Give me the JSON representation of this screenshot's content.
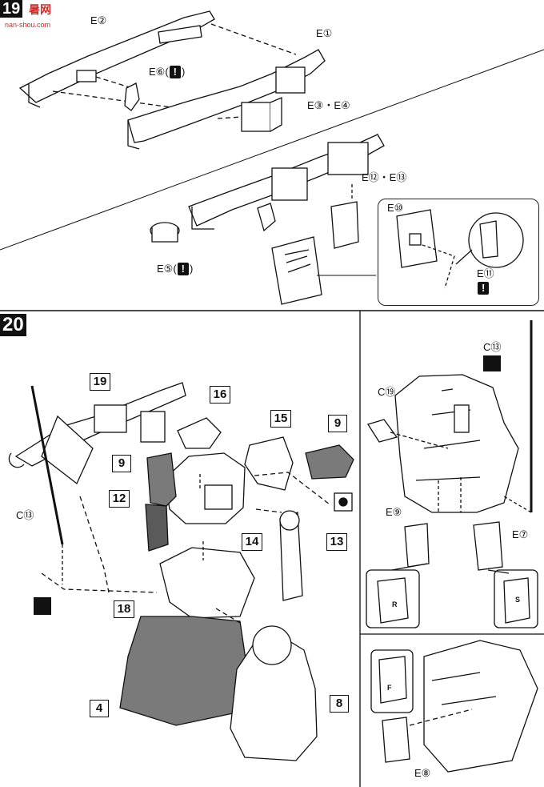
{
  "header": {
    "brand": "暑网",
    "url": "nan-shou.com"
  },
  "step19": {
    "number": "19",
    "labels": {
      "e2": "E②",
      "e1": "E①",
      "e6": "E⑥(",
      "e6_close": ")",
      "e3e4": "E③・E④",
      "e12e13": "E⑫・E⑬",
      "e5": "E⑤(",
      "e5_close": ")",
      "e10": "E⑩",
      "e11": "E⑪"
    },
    "warning": "!"
  },
  "step20": {
    "number": "20",
    "parts": {
      "p19": "19",
      "p16": "16",
      "p15": "15",
      "p9a": "9",
      "p9b": "9",
      "p12": "12",
      "p14": "14",
      "p13": "13",
      "p18": "18",
      "p8": "8",
      "p4": "4"
    },
    "labels": {
      "c13_left": "C⑬",
      "c13_right": "C⑬",
      "c19": "C⑲",
      "e9": "E⑨",
      "e7": "E⑦",
      "e8": "E⑧"
    },
    "stamps": {
      "r": "R",
      "s": "S",
      "f": "F"
    }
  }
}
